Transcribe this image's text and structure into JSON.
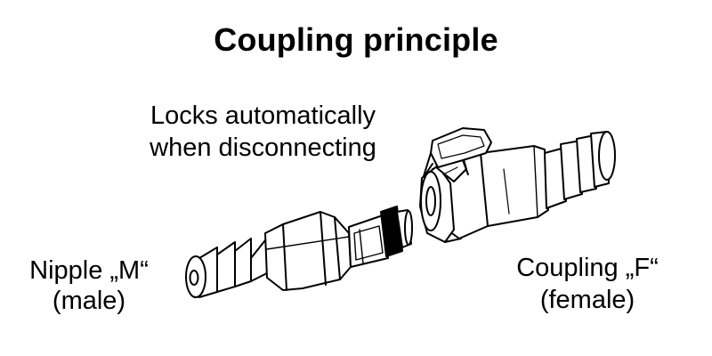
{
  "diagram": {
    "title": "Coupling principle",
    "callout": {
      "line1": "Locks automatically",
      "line2": "when disconnecting"
    },
    "nipple_label": {
      "line1": "Nipple „M“",
      "line2": "(male)"
    },
    "coupling_label": {
      "line1": "Coupling „F“",
      "line2": "(female)"
    },
    "colors": {
      "ink": "#000000",
      "paper": "#ffffff"
    }
  }
}
